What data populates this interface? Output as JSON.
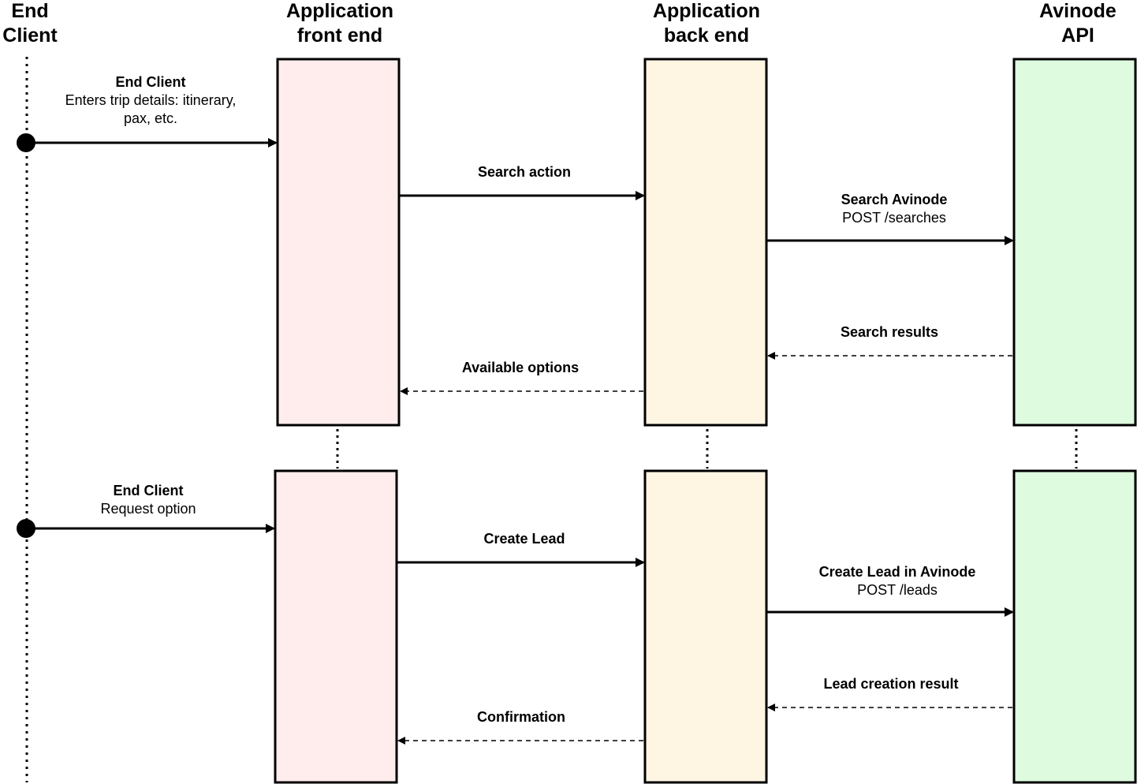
{
  "participants": {
    "end_client": {
      "line1": "End",
      "line2": "Client"
    },
    "front_end": {
      "line1": "Application",
      "line2": "front end",
      "fill": "#ffeded"
    },
    "back_end": {
      "line1": "Application",
      "line2": "back end",
      "fill": "#fff5e3"
    },
    "avinode_api": {
      "line1": "Avinode",
      "line2": "API",
      "fill": "#defadf"
    }
  },
  "messages": {
    "enter_trip": {
      "title": "End Client",
      "line2": "Enters trip details: itinerary,",
      "line3": "pax, etc."
    },
    "search_action": {
      "title": "Search action"
    },
    "search_avinode": {
      "title": "Search Avinode",
      "line2": "POST /searches"
    },
    "search_results": {
      "title": "Search results"
    },
    "available_options": {
      "title": "Available options"
    },
    "request_option": {
      "title": "End Client",
      "line2": "Request option"
    },
    "create_lead": {
      "title": "Create Lead"
    },
    "create_lead_avinode": {
      "title": "Create Lead in Avinode",
      "line2": "POST /leads"
    },
    "lead_creation_result": {
      "title": "Lead creation result"
    },
    "confirmation": {
      "title": "Confirmation"
    }
  }
}
